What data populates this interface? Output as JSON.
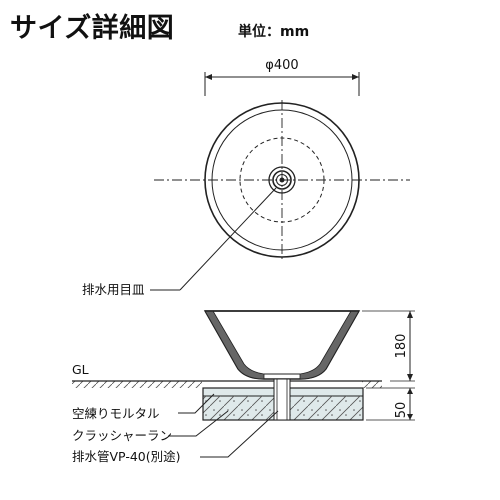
{
  "header": {
    "title": "サイズ詳細図",
    "unit": "単位：mm"
  },
  "dimensions": {
    "diameter": "φ400",
    "height": "180",
    "base_height": "50"
  },
  "labels": {
    "drain_plate": "排水用目皿",
    "ground_level": "GL",
    "mortar": "空練りモルタル",
    "crusher_run": "クラッシャーラン",
    "drain_pipe": "排水管VP-40(別途)"
  },
  "colors": {
    "line": "#222222",
    "hatch": "#555555",
    "base_fill": "#dfe9ea"
  }
}
